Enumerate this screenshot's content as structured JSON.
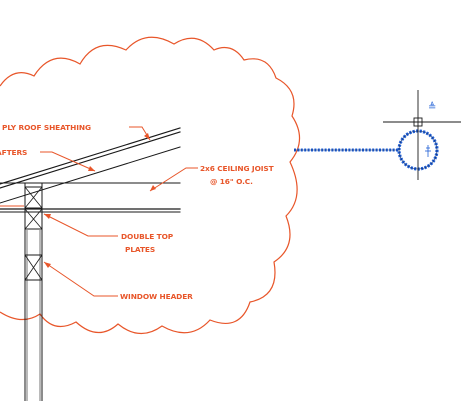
{
  "drawing": {
    "annotations": {
      "sheathing": "PLY ROOF SHEATHING",
      "rafters": "AFTERS",
      "joist_line1": "2x6 CEILING JOIST",
      "joist_line2": "@ 16\" O.C.",
      "top_plate_line1": "DOUBLE TOP",
      "top_plate_line2": "PLATES",
      "header": "WINDOW HEADER"
    },
    "callout_glyph": "≜",
    "colors": {
      "linework": "#1a1a1a",
      "annotation": "#e8562a",
      "cloud": "#e8562a",
      "selection": "#1f5fd6"
    }
  }
}
